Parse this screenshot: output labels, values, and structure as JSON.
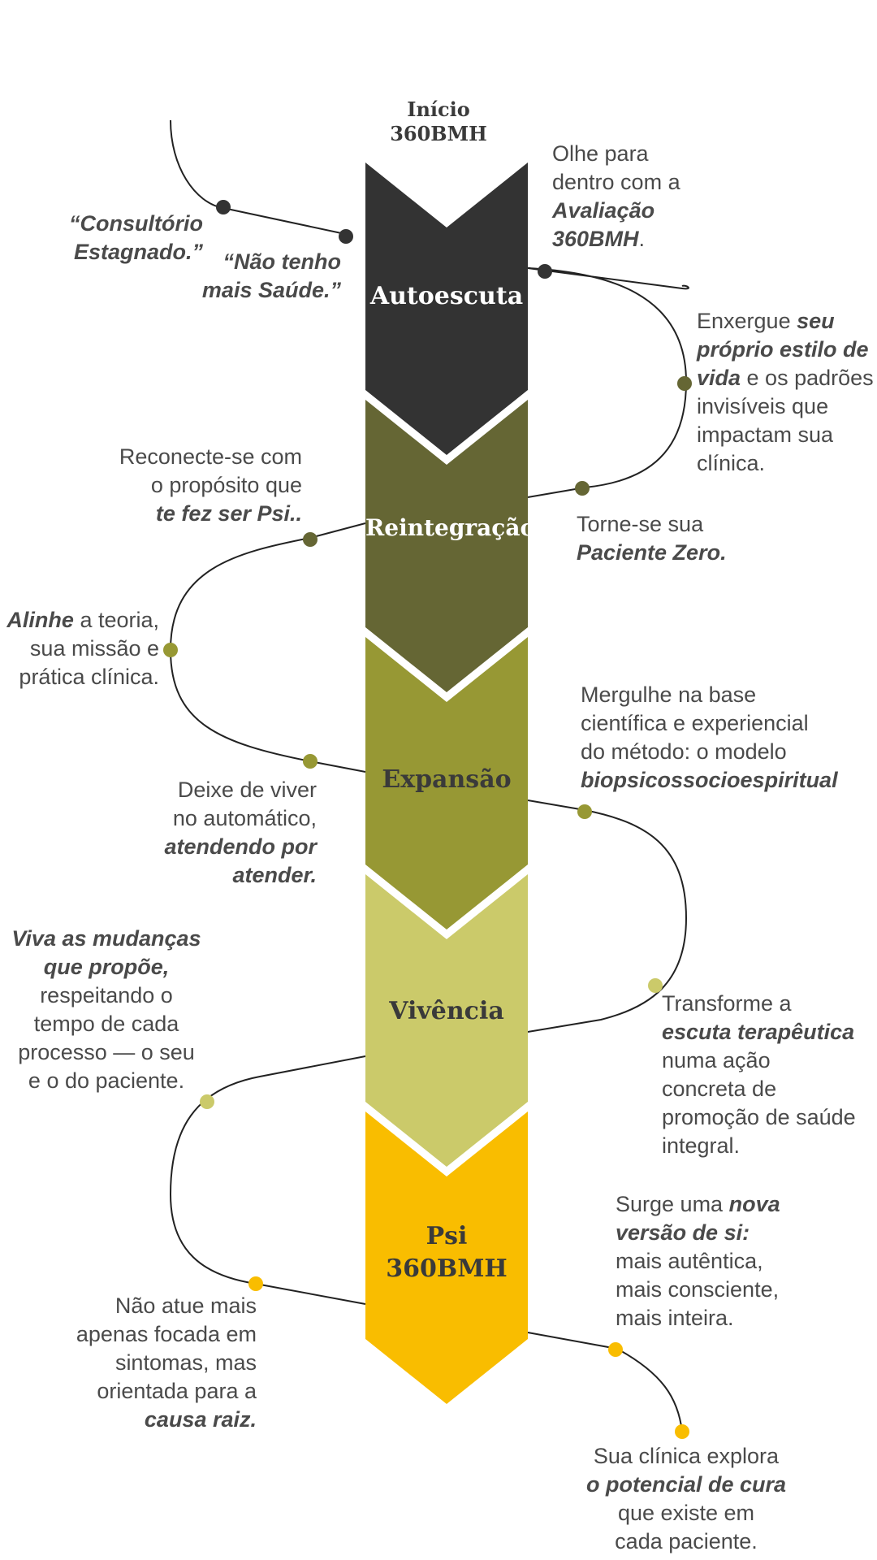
{
  "start": {
    "line1": "Início",
    "line2": "360BMH"
  },
  "stages": [
    {
      "name": "Autoescuta",
      "color": "#333333",
      "text_color": "#ffffff"
    },
    {
      "name": "Reintegração",
      "color": "#656634",
      "text_color": "#ffffff"
    },
    {
      "name": "Expansão",
      "color": "#979834",
      "text_color": "#3a3a3a"
    },
    {
      "name": "Vivência",
      "color": "#cbca6a",
      "text_color": "#3a3a3a"
    },
    {
      "name_line1": "Psi",
      "name_line2": "360BMH",
      "color": "#f9bd00",
      "text_color": "#3a3a3a"
    }
  ],
  "quotes": {
    "q1_line1": "“Consultório",
    "q1_line2": "Estagnado.”",
    "q2_line1": "“Não tenho",
    "q2_line2": "mais Saúde.”"
  },
  "notes": {
    "n1": {
      "a": "Olhe para",
      "b": "dentro com a",
      "c": "Avaliação",
      "d": "360BMH",
      "e": "."
    },
    "n2": {
      "a": "Enxergue ",
      "b": "seu",
      "c": "próprio estilo de",
      "d": "vida",
      "e": " e os padrões",
      "f": "invisíveis que",
      "g": "impactam sua",
      "h": "clínica."
    },
    "n3": {
      "a": "Reconecte-se com",
      "b": "o propósito que",
      "c": "te fez ser Psi.."
    },
    "n4": {
      "a": "Torne-se sua",
      "b": "Paciente Zero."
    },
    "n5": {
      "a": "Alinhe",
      "b": " a teoria,",
      "c": "sua missão e",
      "d": "prática clínica."
    },
    "n6": {
      "a": "Mergulhe na base",
      "b": "científica e experiencial",
      "c": "do método: o modelo",
      "d": "biopsicossocioespiritual"
    },
    "n7": {
      "a": "Deixe de viver",
      "b": "no automático,",
      "c": "atendendo por",
      "d": "atender."
    },
    "n8": {
      "a": "Viva as mudanças",
      "b": "que propõe,",
      "c": "respeitando o",
      "d": "tempo de cada",
      "e": "processo — o seu",
      "f": "e o do paciente."
    },
    "n9": {
      "a": "Transforme a",
      "b": "escuta terapêutica",
      "c": "numa ação",
      "d": "concreta de",
      "e": "promoção de saúde",
      "f": "integral."
    },
    "n10": {
      "a": "Surge uma ",
      "b": "nova",
      "c": "versão de si:",
      "d": "mais autêntica,",
      "e": "mais consciente,",
      "f": "mais inteira."
    },
    "n11": {
      "a": "Não atue mais",
      "b": "apenas focada em",
      "c": "sintomas, mas",
      "d": "orientada para a",
      "e": "causa raiz."
    },
    "n12": {
      "a": "Sua clínica explora",
      "b": "o potencial de cura",
      "c": "que existe em",
      "d": "cada paciente."
    }
  },
  "colors": {
    "line": "#222222",
    "text": "#4a4a4a"
  }
}
